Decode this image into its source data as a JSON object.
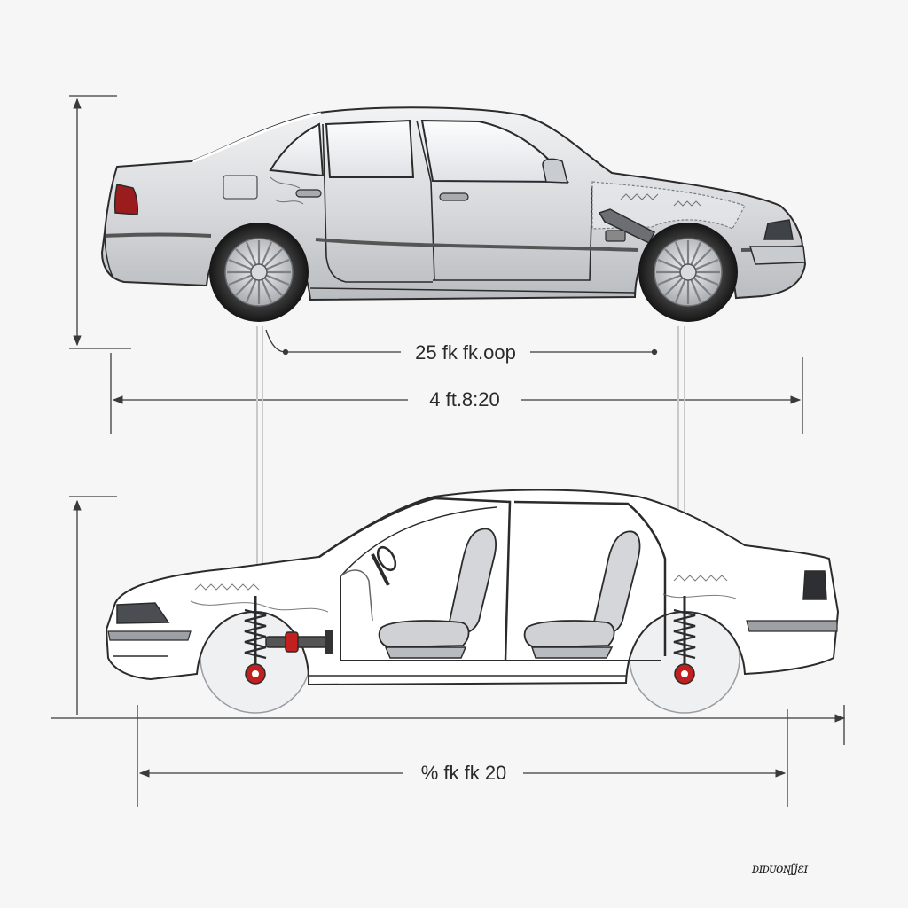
{
  "dimensions": {
    "wheelbase": "25 fk fk.oop",
    "overall_length": "4 ft.8:20",
    "lower_length": "% fk fk 20"
  },
  "signature": "ᴅɪᴅᴜᴏɴʃʝɛɪ",
  "colors": {
    "background": "#f6f6f6",
    "body_silver": "#d9dbde",
    "outline": "#2b2b2b",
    "dimension_line": "#3a3a3a",
    "taillight": "#9b1c1c",
    "strut_red": "#c21f1f"
  }
}
